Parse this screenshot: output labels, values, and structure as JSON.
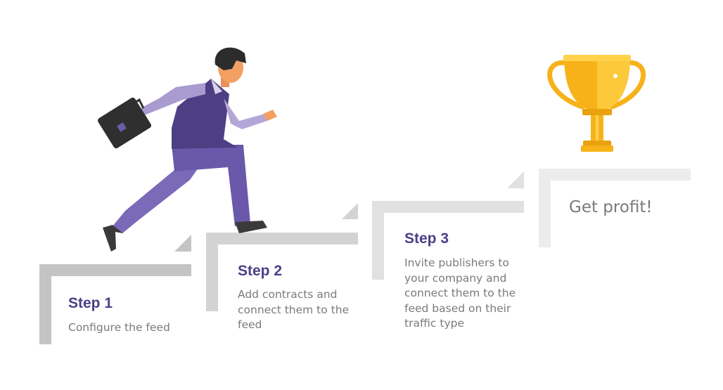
{
  "steps": [
    {
      "title": "Step 1",
      "description": "Configure the feed"
    },
    {
      "title": "Step 2",
      "description": "Add contracts and connect them to the feed"
    },
    {
      "title": "Step 3",
      "description": "Invite publishers to your company and connect them to the feed based on their traffic type"
    }
  ],
  "goal": {
    "text": "Get profit!"
  },
  "colors": {
    "title": "#4d3f86",
    "text": "#7a7a7a",
    "step1": "#c4c4c4",
    "step2": "#d3d3d3",
    "step3": "#e1e1e1",
    "step4": "#ececec",
    "trophy": "#f7b21a"
  }
}
